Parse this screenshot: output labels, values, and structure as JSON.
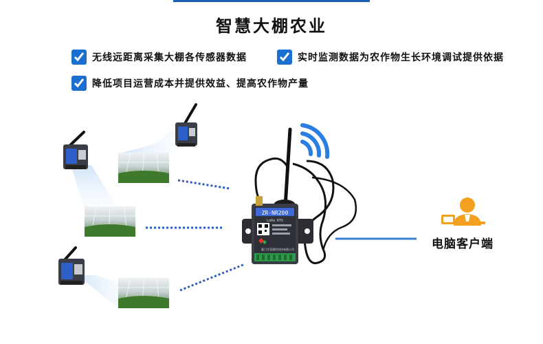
{
  "title": "智慧大棚农业",
  "bullets": [
    "无线远距离采集大棚各传感器数据",
    "实时监测数据为农作物生长环境调试提供依据",
    "降低项目运营成本并提供效益、提高农作物产量"
  ],
  "client_label": "电脑客户端",
  "gateway": {
    "model": "ZR-NR200",
    "sub": "LoRa RTU",
    "company": "厦门才茂通信科技有限公司"
  },
  "colors": {
    "accent_blue": "#1a5fb4",
    "signal_blue": "#2a7de1",
    "dotted_line": "#2b5cc4",
    "solid_line": "#3a7fd0",
    "client_orange": "#f3a01e"
  },
  "icons": [
    "check-icon",
    "wifi-signal-icon",
    "user-computer-icon",
    "antenna-icon"
  ]
}
